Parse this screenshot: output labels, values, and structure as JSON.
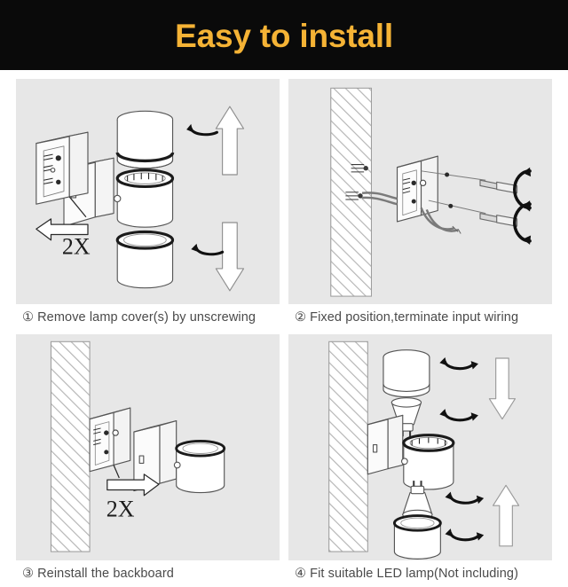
{
  "header": {
    "title": "Easy to install",
    "background_color": "#0a0a0a",
    "title_color": "#f5b335"
  },
  "panel": {
    "background_color": "#e7e7e7",
    "line_color": "#555555",
    "caption_color": "#4a4a4a"
  },
  "steps": [
    {
      "number": "①",
      "caption": "Remove lamp cover(s) by unscrewing",
      "repeat_label": "2X",
      "figure": "lamp-exploded-covers-unscrew"
    },
    {
      "number": "②",
      "caption": "Fixed position,terminate input wiring",
      "repeat_label": "",
      "figure": "wall-bracket-screws-wiring"
    },
    {
      "number": "③",
      "caption": "Reinstall the backboard",
      "repeat_label": "2X",
      "figure": "wall-backboard-reinstall"
    },
    {
      "number": "④",
      "caption": "Fit suitable LED lamp(Not including)",
      "repeat_label": "",
      "figure": "gu10-bulb-fit-covers"
    }
  ]
}
